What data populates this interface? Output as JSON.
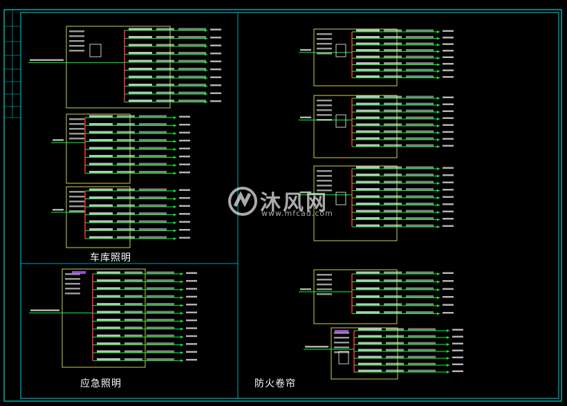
{
  "sections": {
    "garage_lighting": "车库照明",
    "emergency_lighting": "应急照明",
    "fire_shutter": "防火卷帘"
  },
  "watermark": {
    "cn": "沐风网",
    "url": "www.mfcad.com"
  },
  "colors": {
    "background": "#000000",
    "frame": "#00d8d8",
    "box": "#e8e860",
    "busbar": "#ff2a2a",
    "wire": "#00ff30",
    "text": "#ffffff",
    "label": "#ffffff",
    "accent": "#c060ff"
  }
}
